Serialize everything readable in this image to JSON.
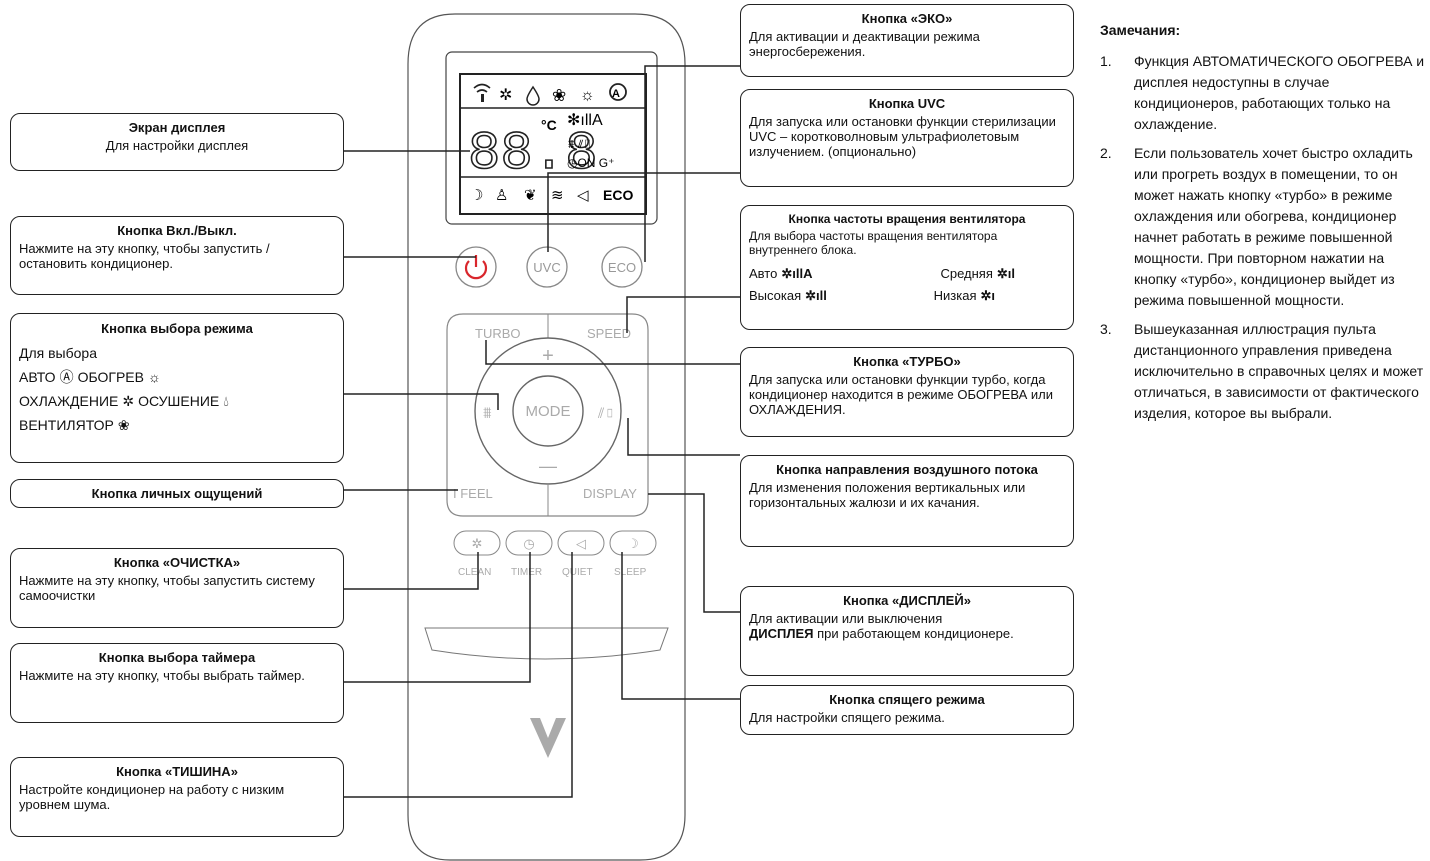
{
  "remote": {
    "display_digits": "88.8",
    "unit": "°C",
    "buttons": {
      "power": "",
      "uvc": "UVC",
      "eco": "ECO",
      "turbo": "TURBO",
      "speed": "SPEED",
      "mode": "MODE",
      "plus": "+",
      "minus": "—",
      "ifeel": "I FEEL",
      "display": "DISPLAY",
      "clean": "CLEAN",
      "timer": "TIMER",
      "quiet": "QUIET",
      "sleep": "SLEEP"
    },
    "screen_eco": "ECO"
  },
  "callouts": {
    "display_screen": {
      "title": "Экран дисплея",
      "desc": "Для настройки дисплея"
    },
    "power": {
      "title": "Кнопка Вкл./Выкл.",
      "desc": "Нажмите на эту кнопку, чтобы запустить / остановить кондиционер."
    },
    "mode": {
      "title": "Кнопка выбора режима",
      "desc": "Для выбора",
      "l1a": "АВТО",
      "l1b": "ОБОГРЕВ",
      "l2a": "ОХЛАЖДЕНИЕ",
      "l2b": "ОСУШЕНИЕ",
      "l3": "ВЕНТИЛЯТОР"
    },
    "ifeel": {
      "title": "Кнопка личных ощущений"
    },
    "clean": {
      "title": "Кнопка «ОЧИСТКА»",
      "desc": "Нажмите на эту кнопку, чтобы запустить систему самоочистки"
    },
    "timer": {
      "title": "Кнопка выбора таймера",
      "desc": "Нажмите на эту кнопку, чтобы выбрать таймер."
    },
    "quiet": {
      "title": "Кнопка «ТИШИНА»",
      "desc": "Настройте кондиционер на работу с низким уровнем шума."
    },
    "eco": {
      "title": "Кнопка «ЭКО»",
      "desc": "Для активации и деактивации режима энергосбережения."
    },
    "uvc": {
      "title": "Кнопка UVC",
      "desc": "Для запуска или остановки функции стерилизации UVC – коротковолновым ультрафиолетовым излучением. (опционально)"
    },
    "speed": {
      "title": "Кнопка частоты вращения вентилятора",
      "desc": "Для выбора частоты вращения вентилятора внутреннего блока.",
      "auto": "Авто",
      "medium": "Средняя",
      "high": "Высокая",
      "low": "Низкая"
    },
    "turbo": {
      "title": "Кнопка «ТУРБО»",
      "desc": "Для запуска или остановки функции турбо, когда кондиционер находится в режиме ОБОГРЕВА или ОХЛАЖДЕНИЯ."
    },
    "airflow": {
      "title": "Кнопка направления воздушного потока",
      "desc": "Для изменения положения вертикальных или горизонтальных жалюзи и их качания."
    },
    "display": {
      "title": "Кнопка «ДИСПЛЕЙ»",
      "desc_a": "Для активации или выключения",
      "desc_b": "ДИСПЛЕЯ",
      "desc_c": "при работающем кондиционере."
    },
    "sleep": {
      "title": "Кнопка спящего режима",
      "desc": "Для настройки спящего режима."
    }
  },
  "notes": {
    "title": "Замечания:",
    "items": [
      {
        "num": "1.",
        "text": "Функция АВТОМАТИЧЕСКОГО ОБОГРЕВА и дисплея недоступны в случае кондиционеров, работающих только на охлаждение."
      },
      {
        "num": "2.",
        "text": "Если пользователь хочет быстро охладить или прогреть воздух в помещении, то он может нажать кнопку «турбо» в режиме охлаждения или обогрева, кондиционер начнет работать в режиме повышенной мощности. При повторном нажатии на кнопку «турбо», кондиционер выйдет из режима повышенной мощности."
      },
      {
        "num": "3.",
        "text": "Вышеуказанная иллюстрация пульта дистанционного управления приведена исключительно в справочных целях и может отличаться, в зависимости от фактического изделия, которое вы выбрали."
      }
    ]
  },
  "colors": {
    "power_red": "#d9262c",
    "outline": "#222222",
    "button_grey": "#aaaaaa"
  }
}
